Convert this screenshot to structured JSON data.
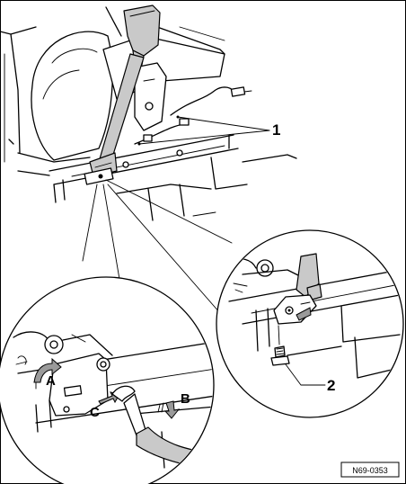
{
  "callouts": {
    "one": "1",
    "two": "2",
    "a": "A",
    "b": "B",
    "c": "C"
  },
  "reference_code": "N69-0353",
  "colors": {
    "line": "#000000",
    "belt": "#c9c9c9",
    "background": "#ffffff"
  }
}
